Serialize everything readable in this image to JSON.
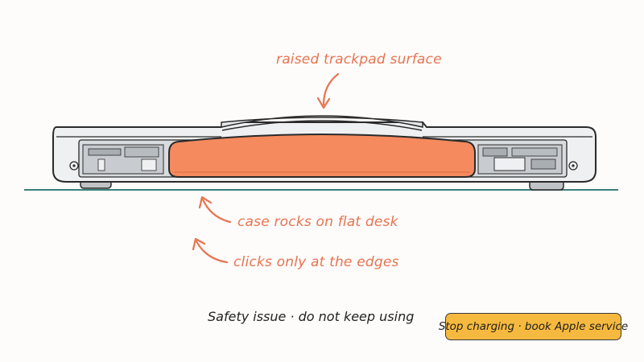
{
  "annotations": {
    "raised_surface": "raised trackpad surface",
    "case_rocks": "case rocks on flat desk",
    "clicks_edges": "clicks only at the edges"
  },
  "footer": {
    "warning": "Safety issue · do not keep using",
    "action": "Stop charging · book Apple service"
  },
  "colors": {
    "accent_orange": "#e8734f",
    "battery_fill": "#f48a5e",
    "desk_line": "#3b7f7a",
    "action_fill": "#f6b93f"
  }
}
